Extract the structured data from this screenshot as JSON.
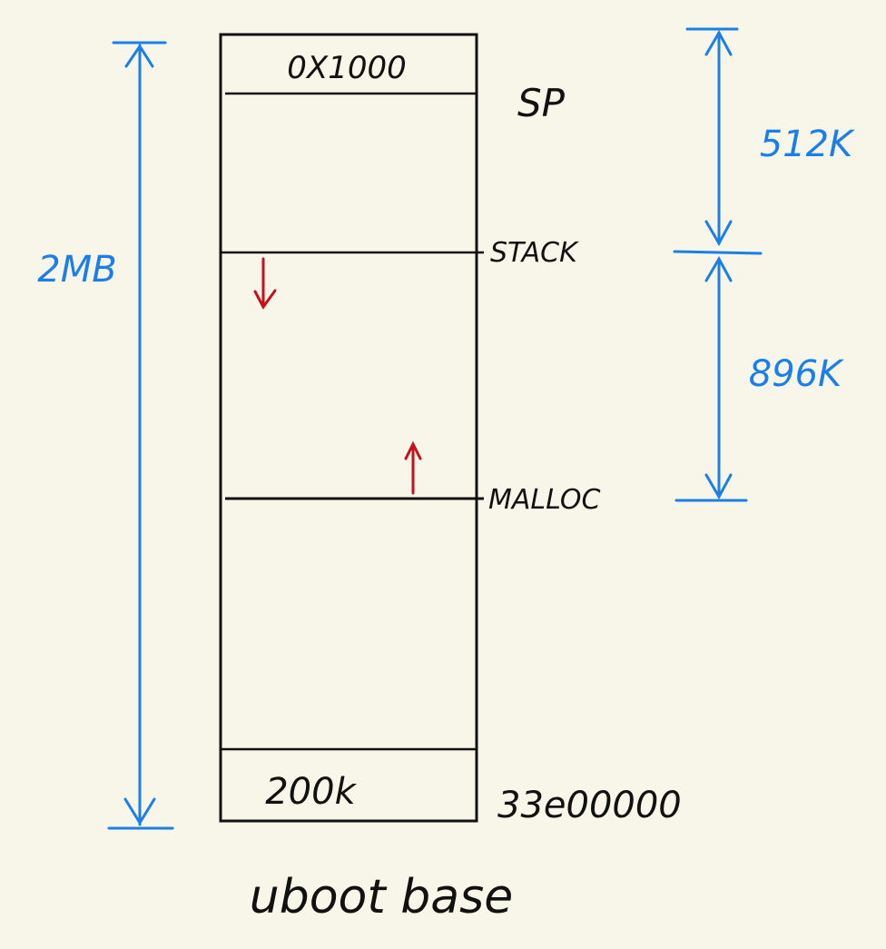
{
  "colors": {
    "background": "#f8f5e9",
    "ink": "#111111",
    "dimension": "#1a7fe8",
    "arrow": "#c8101c"
  },
  "regions": [
    {
      "id": "top",
      "label": "0X1000"
    },
    {
      "id": "bottom",
      "label": "200k"
    }
  ],
  "markers": {
    "sp": "SP",
    "stack": "STACK",
    "malloc": "MALLOC",
    "base_address": "33e00000"
  },
  "dimensions": {
    "total": "2MB",
    "upper": "512K",
    "lower": "896K"
  },
  "caption": "uboot base",
  "growth_arrows": [
    {
      "id": "stack-growth",
      "direction": "down",
      "color": "arrow"
    },
    {
      "id": "malloc-growth",
      "direction": "up",
      "color": "arrow"
    }
  ]
}
